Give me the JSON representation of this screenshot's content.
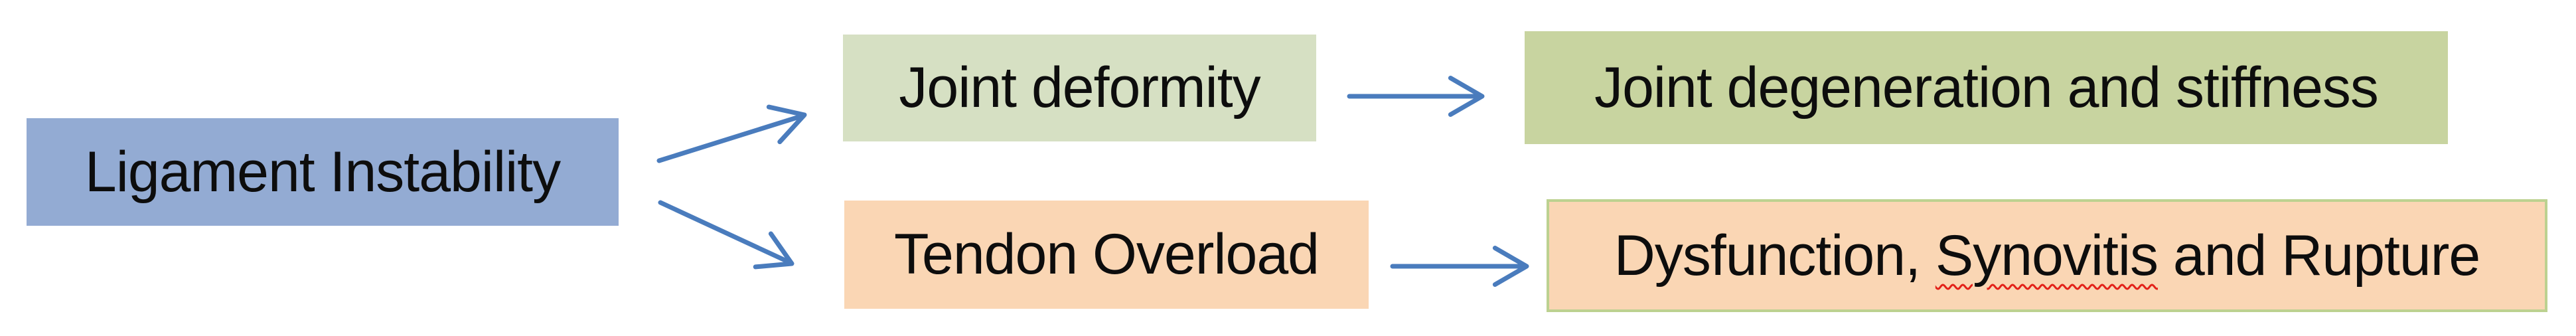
{
  "diagram": {
    "background": "#FFFFFF",
    "arrow_color": "#4A7CBD",
    "text_color": "#0D0D0D",
    "spellcheck_underline_color": "#E32119",
    "nodes": {
      "ligament": {
        "label": "Ligament Instability",
        "fill": "#93ABD3"
      },
      "joint_deformity": {
        "label": "Joint deformity",
        "fill": "#D6E0C3"
      },
      "joint_degeneration": {
        "label": "Joint degeneration and stiffness",
        "fill": "#C8D4A0"
      },
      "tendon_overload": {
        "label": "Tendon Overload",
        "fill": "#FAD6B4"
      },
      "dysfunction": {
        "label_before": "Dysfunction, ",
        "label_misspelled": "Synovitis",
        "label_after": " and Rupture",
        "fill": "#FAD6B4",
        "border_color": "#BCD190"
      }
    },
    "edges": [
      {
        "from": "Ligament Instability",
        "to": "Joint deformity"
      },
      {
        "from": "Ligament Instability",
        "to": "Tendon Overload"
      },
      {
        "from": "Joint deformity",
        "to": "Joint degeneration and stiffness"
      },
      {
        "from": "Tendon Overload",
        "to": "Dysfunction, Synovitis and Rupture"
      }
    ]
  }
}
